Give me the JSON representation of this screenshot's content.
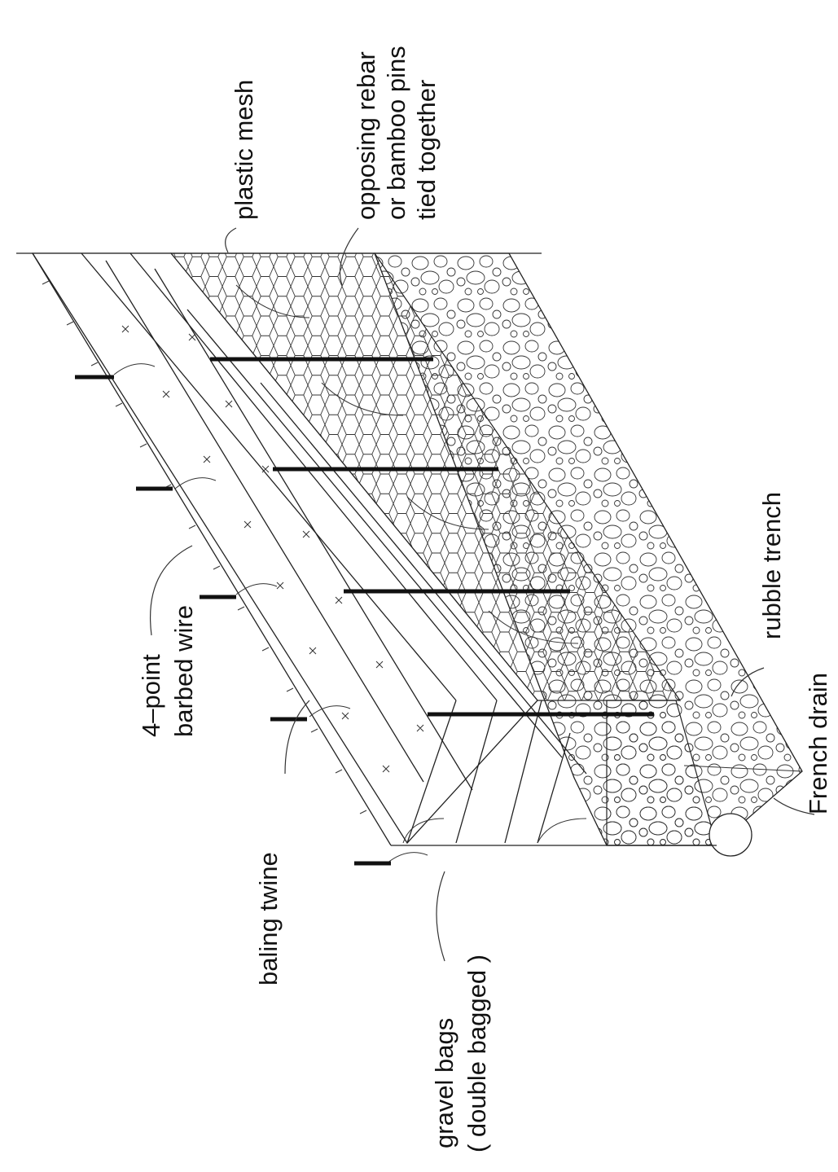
{
  "diagram": {
    "labels": {
      "plastic_mesh": "plastic  mesh",
      "rebar_line1": "opposing  rebar",
      "rebar_line2": "or  bamboo  pins",
      "rebar_line3": "tied  together",
      "barbed_line1": "4–point",
      "barbed_line2": "barbed  wire",
      "baling_twine": "baling  twine",
      "gravel_line1": "gravel  bags",
      "gravel_line2": "( double  bagged )",
      "rubble_trench": "rubble trench",
      "french_drain": "French drain"
    },
    "colors": {
      "ink": "#111111",
      "background": "#ffffff"
    }
  }
}
